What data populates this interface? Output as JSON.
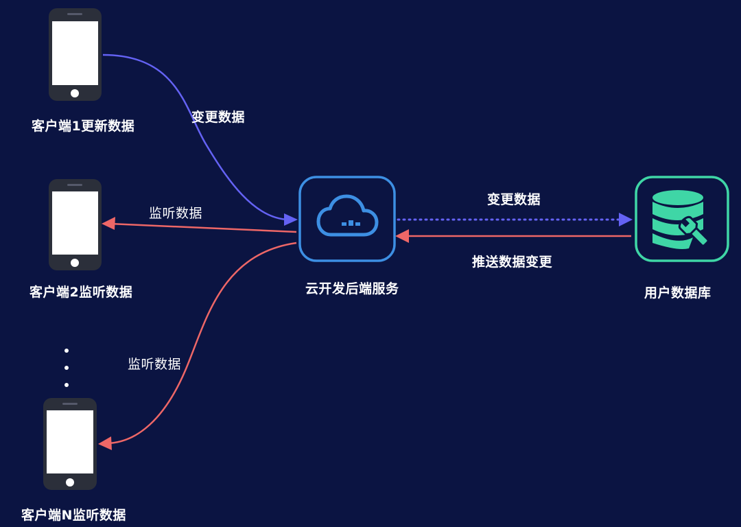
{
  "colors": {
    "background": "#0b1442",
    "phone_body": "#2b2f3a",
    "phone_screen": "#ffffff",
    "server_border": "#3d8fe3",
    "db_border": "#3fd6a6",
    "arrow_purple": "#6462f4",
    "arrow_red": "#ee6767",
    "label_text": "#ffffff"
  },
  "nodes": {
    "client1": {
      "label": "客户端1更新数据",
      "icon": "smartphone-icon"
    },
    "client2": {
      "label": "客户端2监听数据",
      "icon": "smartphone-icon"
    },
    "clientN": {
      "label": "客户端N监听数据",
      "icon": "smartphone-icon"
    },
    "server": {
      "label": "云开发后端服务",
      "icon": "cloud-icon"
    },
    "database": {
      "label": "用户数据库",
      "icon": "database-wrench-icon"
    }
  },
  "edges": {
    "client1_to_server": {
      "label": "变更数据"
    },
    "server_to_client2": {
      "label": "监听数据"
    },
    "server_to_clientN": {
      "label": "监听数据"
    },
    "server_to_database": {
      "label": "变更数据"
    },
    "database_to_server": {
      "label": "推送数据变更"
    }
  },
  "ellipsis": "vertical-dots"
}
